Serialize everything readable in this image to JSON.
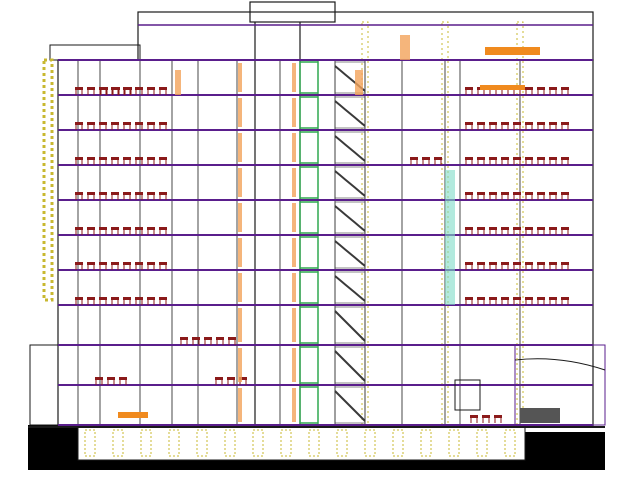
{
  "drawing": {
    "kind": "building cross-section",
    "floors_above_ground": 11,
    "basement_levels": 1,
    "has_rooftop_penthouse": true,
    "has_central_stair_core": true,
    "has_left_green_wall": true
  },
  "colors": {
    "floor_slab": "#5a1e8c",
    "structure": "#1a1a1a",
    "furniture": "#8b1a1a",
    "stair": "#3a3a3a",
    "wood_panel": "#f2a25a",
    "orange_accent": "#f08a1e",
    "stair_core_frame": "#2fa84f",
    "hatch_yellow": "#c8b830",
    "glass_cyan": "#7fdcc8",
    "ground": "#000000",
    "ground_dark": "#0b0b0b"
  }
}
